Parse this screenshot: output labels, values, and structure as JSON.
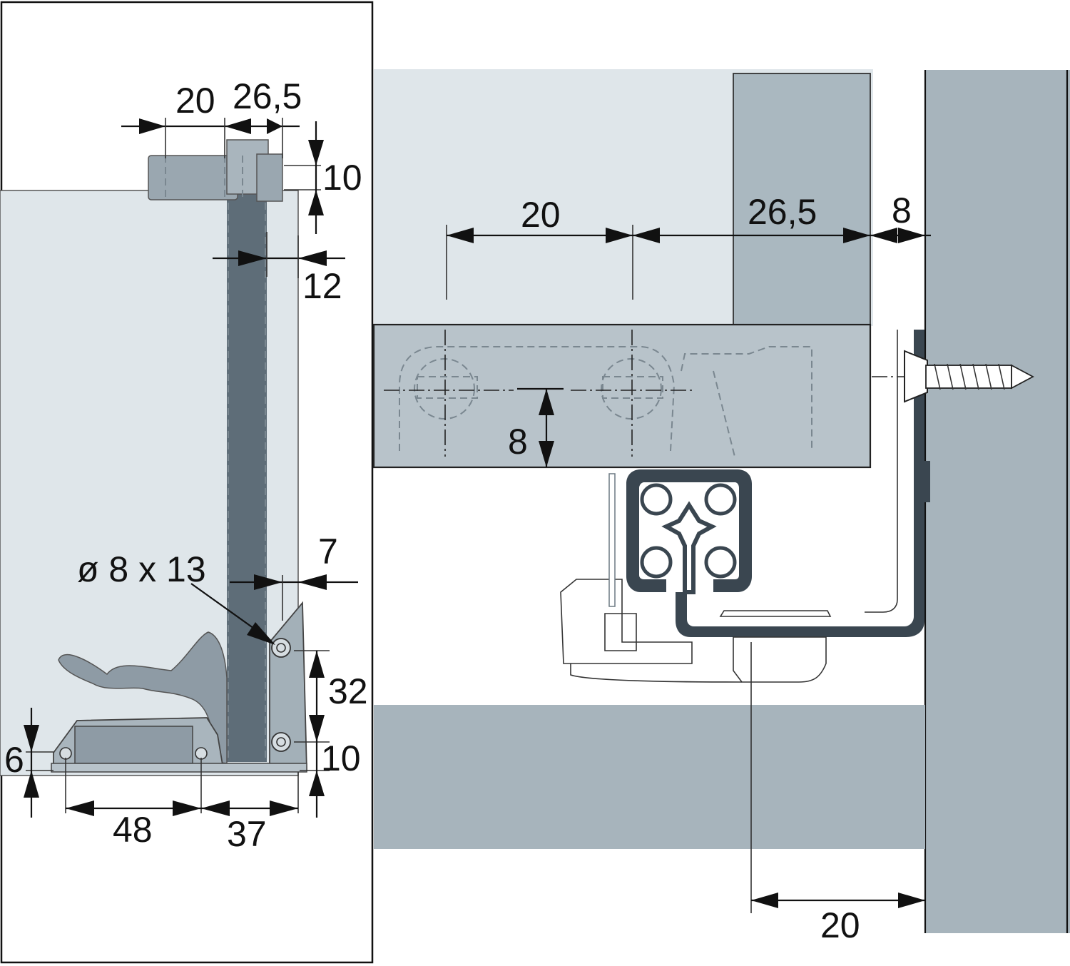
{
  "colors": {
    "panel_light": "#dfe6ea",
    "panel_mid": "#aab8c0",
    "panel_dark": "#a7b4bc",
    "bar_dark": "#5e6d78",
    "part_grey": "#8e9ba5",
    "rail_dark": "#3a4650",
    "outline": "#111111"
  },
  "dimensions": {
    "left_top_20": "20",
    "left_top_26_5": "26,5",
    "left_top_10": "10",
    "left_12": "12",
    "left_7": "7",
    "hole_spec": "ø 8 x 13",
    "left_32": "32",
    "left_6": "6",
    "left_bottom_10": "10",
    "left_48": "48",
    "left_37": "37",
    "right_20": "20",
    "right_26_5": "26,5",
    "right_8_gap": "8",
    "right_8_height": "8",
    "right_bottom_20": "20"
  }
}
